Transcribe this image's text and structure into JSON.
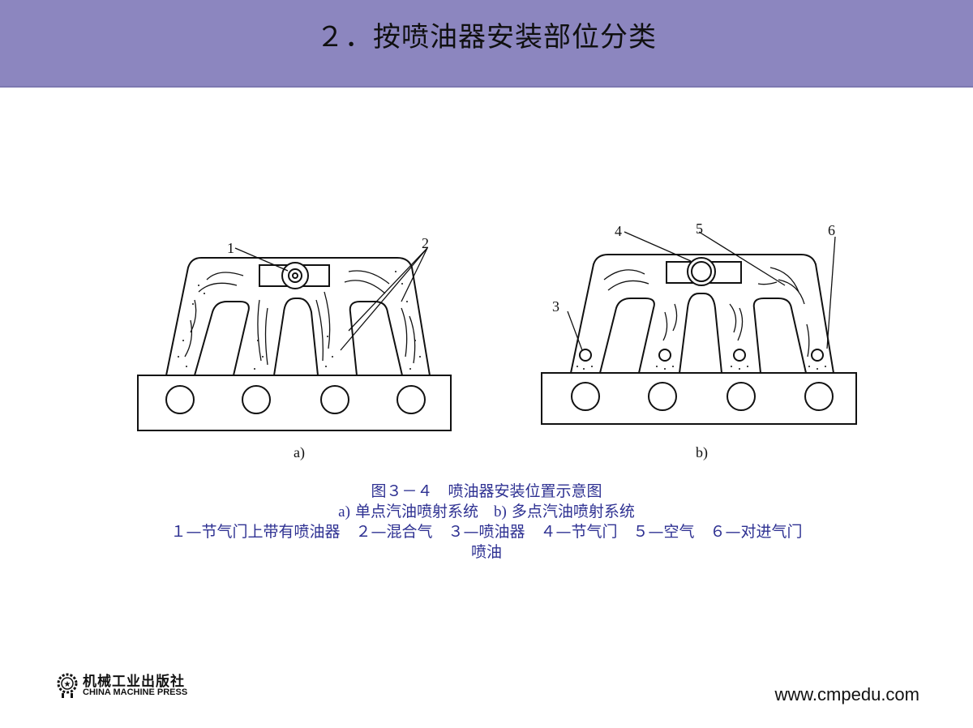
{
  "slide": {
    "title": "２．按喷油器安装部位分类",
    "accent_color": "#8c86bf",
    "caption_color": "#2e3192"
  },
  "figure": {
    "label_a": "a)",
    "label_b": "b)",
    "callouts": [
      "1",
      "2",
      "3",
      "4",
      "5",
      "6"
    ]
  },
  "caption": {
    "line1": "图３－４　喷油器安装位置示意图",
    "line2_a": "a)",
    "line2_a_text": " 单点汽油喷射系统",
    "line2_b": "b)",
    "line2_b_text": " 多点汽油喷射系统",
    "line3": "１—节气门上带有喷油器　２—混合气　３—喷油器　４—节气门　５—空气　６—对进气门",
    "line4": "喷油"
  },
  "footer": {
    "logo_cn": "机械工业出版社",
    "logo_en": "CHINA MACHINE PRESS",
    "url": "www.cmpedu.com"
  }
}
